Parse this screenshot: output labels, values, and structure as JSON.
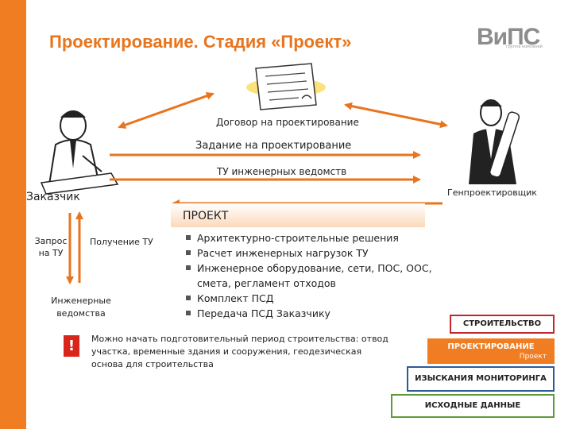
{
  "slide": {
    "title": "Проектирование. Стадия «Проект»",
    "logo": "ВиПС",
    "logo_small": "группа компаний"
  },
  "diagram": {
    "contract": "Договор на проектирование",
    "task": "Задание на проектирование",
    "tu": "ТУ инженерных ведомств",
    "customer": "Заказчик",
    "designer": "Генпроектировщик",
    "request_tu": "Запрос на ТУ",
    "receive_tu": "Получение ТУ",
    "eng_agencies": "Инженерные ведомства"
  },
  "project": {
    "heading": "ПРОЕКТ",
    "items": [
      "Архитектурно-строительные решения",
      "Расчет инженерных нагрузок ТУ",
      "Инженерное оборудование, сети, ПОС, ООС, смета, регламент отходов",
      "Комплект ПСД",
      "Передача ПСД Заказчику"
    ]
  },
  "note": {
    "mark": "!",
    "text": "Можно начать подготовительный период строительства: отвод участка, временные здания и сооружения, геодезическая основа для строительства"
  },
  "stages": {
    "construction": "СТРОИТЕЛЬСТВО",
    "design": "ПРОЕКТИРОВАНИЕ",
    "design_sub": "Проект",
    "survey": "ИЗЫСКАНИЯ МОНИТОРИНГА",
    "source": "ИСХОДНЫЕ ДАННЫЕ"
  },
  "colors": {
    "accent": "#f07d22",
    "title": "#e8751e",
    "construction": "#c0282d",
    "survey": "#2f5a9a",
    "source": "#5f9a3a",
    "warning": "#d9261c"
  },
  "icons": [
    "contract-document-icon",
    "customer-figure-icon",
    "designer-figure-icon",
    "warning-icon"
  ]
}
